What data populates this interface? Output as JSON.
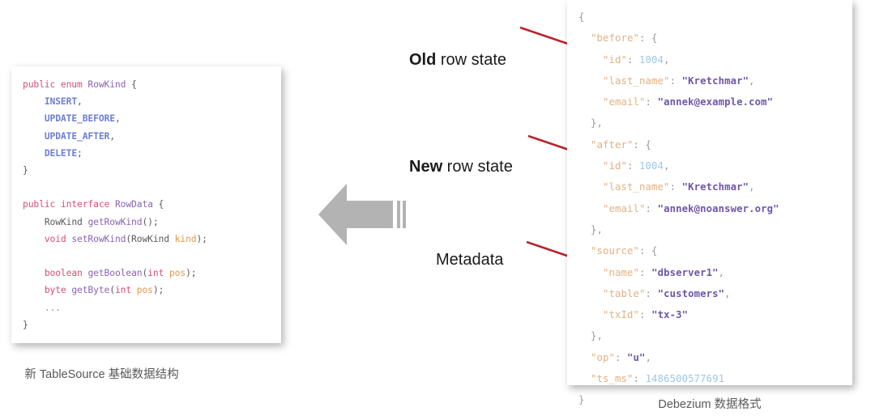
{
  "diagram": {
    "title_left_caption": "新 TableSource 基础数据结构",
    "title_right_caption": "Debezium 数据格式",
    "flow_arrow": "left-pointing-block-arrow",
    "colors": {
      "arrow_gray": "#b3b3b3",
      "pointer_red": "#b5262b",
      "java_keyword": "#d64f72",
      "java_type": "#8a63b5",
      "java_constant": "#6c7fd4",
      "java_param": "#e09a4e",
      "json_key": "#e3b183",
      "json_string": "#6f56a8",
      "json_number": "#9ec7e8",
      "caption_text": "#595959"
    }
  },
  "java_panel": {
    "language": "java",
    "lines": [
      [
        {
          "t": "public enum ",
          "c": "j-kw"
        },
        {
          "t": "RowKind",
          "c": "j-type"
        },
        {
          "t": " {",
          "c": "j-plain"
        }
      ],
      [
        {
          "t": "    ",
          "c": "j-plain"
        },
        {
          "t": "INSERT",
          "c": "j-const"
        },
        {
          "t": ",",
          "c": "j-plain"
        }
      ],
      [
        {
          "t": "    ",
          "c": "j-plain"
        },
        {
          "t": "UPDATE_BEFORE",
          "c": "j-const"
        },
        {
          "t": ",",
          "c": "j-plain"
        }
      ],
      [
        {
          "t": "    ",
          "c": "j-plain"
        },
        {
          "t": "UPDATE_AFTER",
          "c": "j-const"
        },
        {
          "t": ",",
          "c": "j-plain"
        }
      ],
      [
        {
          "t": "    ",
          "c": "j-plain"
        },
        {
          "t": "DELETE",
          "c": "j-const"
        },
        {
          "t": ";",
          "c": "j-plain"
        }
      ],
      [
        {
          "t": "}",
          "c": "j-plain"
        }
      ],
      [
        {
          "t": "",
          "c": "j-plain"
        }
      ],
      [
        {
          "t": "public interface ",
          "c": "j-kw"
        },
        {
          "t": "RowData",
          "c": "j-type"
        },
        {
          "t": " {",
          "c": "j-plain"
        }
      ],
      [
        {
          "t": "    ",
          "c": "j-plain"
        },
        {
          "t": "RowKind ",
          "c": "j-plain"
        },
        {
          "t": "getRowKind",
          "c": "j-id"
        },
        {
          "t": "();",
          "c": "j-plain"
        }
      ],
      [
        {
          "t": "    ",
          "c": "j-plain"
        },
        {
          "t": "void ",
          "c": "j-kw"
        },
        {
          "t": "setRowKind",
          "c": "j-id"
        },
        {
          "t": "(",
          "c": "j-plain"
        },
        {
          "t": "RowKind ",
          "c": "j-plain"
        },
        {
          "t": "kind",
          "c": "j-param"
        },
        {
          "t": ");",
          "c": "j-plain"
        }
      ],
      [
        {
          "t": "",
          "c": "j-plain"
        }
      ],
      [
        {
          "t": "    ",
          "c": "j-plain"
        },
        {
          "t": "boolean ",
          "c": "j-kw"
        },
        {
          "t": "getBoolean",
          "c": "j-id"
        },
        {
          "t": "(",
          "c": "j-plain"
        },
        {
          "t": "int ",
          "c": "j-kw"
        },
        {
          "t": "pos",
          "c": "j-param"
        },
        {
          "t": ");",
          "c": "j-plain"
        }
      ],
      [
        {
          "t": "    ",
          "c": "j-plain"
        },
        {
          "t": "byte ",
          "c": "j-kw"
        },
        {
          "t": "getByte",
          "c": "j-id"
        },
        {
          "t": "(",
          "c": "j-plain"
        },
        {
          "t": "int ",
          "c": "j-kw"
        },
        {
          "t": "pos",
          "c": "j-param"
        },
        {
          "t": ");",
          "c": "j-plain"
        }
      ],
      [
        {
          "t": "    ",
          "c": "j-plain"
        },
        {
          "t": "...",
          "c": "j-dots"
        }
      ],
      [
        {
          "t": "}",
          "c": "j-plain"
        }
      ]
    ]
  },
  "json_panel": {
    "language": "json",
    "lines": [
      [
        {
          "t": "{",
          "c": "s-punc"
        }
      ],
      [
        {
          "t": "  ",
          "c": "s-punc"
        },
        {
          "t": "\"before\"",
          "c": "s-key"
        },
        {
          "t": ": {",
          "c": "s-punc"
        }
      ],
      [
        {
          "t": "    ",
          "c": "s-punc"
        },
        {
          "t": "\"id\"",
          "c": "s-key"
        },
        {
          "t": ": ",
          "c": "s-punc"
        },
        {
          "t": "1004",
          "c": "s-num"
        },
        {
          "t": ",",
          "c": "s-punc"
        }
      ],
      [
        {
          "t": "    ",
          "c": "s-punc"
        },
        {
          "t": "\"last_name\"",
          "c": "s-key"
        },
        {
          "t": ": ",
          "c": "s-punc"
        },
        {
          "t": "\"Kretchmar\"",
          "c": "s-str"
        },
        {
          "t": ",",
          "c": "s-punc"
        }
      ],
      [
        {
          "t": "    ",
          "c": "s-punc"
        },
        {
          "t": "\"email\"",
          "c": "s-key"
        },
        {
          "t": ": ",
          "c": "s-punc"
        },
        {
          "t": "\"annek@example.com\"",
          "c": "s-str"
        }
      ],
      [
        {
          "t": "  },",
          "c": "s-punc"
        }
      ],
      [
        {
          "t": "  ",
          "c": "s-punc"
        },
        {
          "t": "\"after\"",
          "c": "s-key"
        },
        {
          "t": ": {",
          "c": "s-punc"
        }
      ],
      [
        {
          "t": "    ",
          "c": "s-punc"
        },
        {
          "t": "\"id\"",
          "c": "s-key"
        },
        {
          "t": ": ",
          "c": "s-punc"
        },
        {
          "t": "1004",
          "c": "s-num"
        },
        {
          "t": ",",
          "c": "s-punc"
        }
      ],
      [
        {
          "t": "    ",
          "c": "s-punc"
        },
        {
          "t": "\"last_name\"",
          "c": "s-key"
        },
        {
          "t": ": ",
          "c": "s-punc"
        },
        {
          "t": "\"Kretchmar\"",
          "c": "s-str"
        },
        {
          "t": ",",
          "c": "s-punc"
        }
      ],
      [
        {
          "t": "    ",
          "c": "s-punc"
        },
        {
          "t": "\"email\"",
          "c": "s-key"
        },
        {
          "t": ": ",
          "c": "s-punc"
        },
        {
          "t": "\"annek@noanswer.org\"",
          "c": "s-str"
        }
      ],
      [
        {
          "t": "  },",
          "c": "s-punc"
        }
      ],
      [
        {
          "t": "  ",
          "c": "s-punc"
        },
        {
          "t": "\"source\"",
          "c": "s-key"
        },
        {
          "t": ": {",
          "c": "s-punc"
        }
      ],
      [
        {
          "t": "    ",
          "c": "s-punc"
        },
        {
          "t": "\"name\"",
          "c": "s-key"
        },
        {
          "t": ": ",
          "c": "s-punc"
        },
        {
          "t": "\"dbserver1\"",
          "c": "s-str"
        },
        {
          "t": ",",
          "c": "s-punc"
        }
      ],
      [
        {
          "t": "    ",
          "c": "s-punc"
        },
        {
          "t": "\"table\"",
          "c": "s-key"
        },
        {
          "t": ": ",
          "c": "s-punc"
        },
        {
          "t": "\"customers\"",
          "c": "s-str"
        },
        {
          "t": ",",
          "c": "s-punc"
        }
      ],
      [
        {
          "t": "    ",
          "c": "s-punc"
        },
        {
          "t": "\"txId\"",
          "c": "s-key"
        },
        {
          "t": ": ",
          "c": "s-punc"
        },
        {
          "t": "\"tx-3\"",
          "c": "s-str"
        }
      ],
      [
        {
          "t": "  },",
          "c": "s-punc"
        }
      ],
      [
        {
          "t": "  ",
          "c": "s-punc"
        },
        {
          "t": "\"op\"",
          "c": "s-key"
        },
        {
          "t": ": ",
          "c": "s-punc"
        },
        {
          "t": "\"u\"",
          "c": "s-str"
        },
        {
          "t": ",",
          "c": "s-punc"
        }
      ],
      [
        {
          "t": "  ",
          "c": "s-punc"
        },
        {
          "t": "\"ts_ms\"",
          "c": "s-key"
        },
        {
          "t": ": ",
          "c": "s-punc"
        },
        {
          "t": "1486500577691",
          "c": "s-num"
        }
      ],
      [
        {
          "t": "}",
          "c": "s-punc"
        }
      ]
    ]
  },
  "annotations": {
    "old_row_state": {
      "strong": "Old",
      "rest": " row state"
    },
    "new_row_state": {
      "strong": "New",
      "rest": " row state"
    },
    "metadata": {
      "strong": "",
      "rest": "Metadata"
    }
  }
}
